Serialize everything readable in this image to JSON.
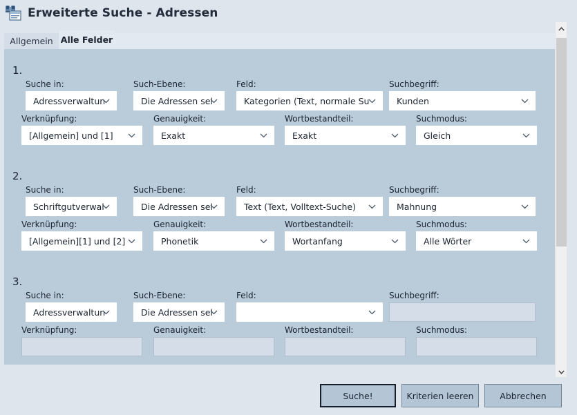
{
  "window": {
    "title": "Erweiterte Suche - Adressen",
    "icon": "binoculars-card-icon"
  },
  "tabs": [
    {
      "label": "Allgemein",
      "active": false
    },
    {
      "label": "Alle Felder",
      "active": true
    }
  ],
  "labels": {
    "suche_in": "Suche in:",
    "such_ebene": "Such-Ebene:",
    "feld": "Feld:",
    "suchbegriff": "Suchbegriff:",
    "verknuepfung": "Verknüpfung:",
    "genauigkeit": "Genauigkeit:",
    "wortbestandteil": "Wortbestandteil:",
    "suchmodus": "Suchmodus:"
  },
  "groups": [
    {
      "number": "1.",
      "suche_in": "Adressverwaltun",
      "such_ebene": "Die Adressen sel",
      "feld": "Kategorien (Text, normale Su",
      "suchbegriff": "Kunden",
      "verknuepfung": "[Allgemein] und [1]",
      "genauigkeit": "Exakt",
      "wortbestandteil": "Exakt",
      "suchmodus": "Gleich",
      "disabled_row2": false,
      "feld_enabled": true,
      "suchbegriff_enabled": true
    },
    {
      "number": "2.",
      "suche_in": "Schriftgutverwal",
      "such_ebene": "Die Adressen sel",
      "feld": "Text (Text, Volltext-Suche)",
      "suchbegriff": "Mahnung",
      "verknuepfung": "[Allgemein][1] und [2]",
      "genauigkeit": "Phonetik",
      "wortbestandteil": "Wortanfang",
      "suchmodus": "Alle Wörter",
      "disabled_row2": false,
      "feld_enabled": true,
      "suchbegriff_enabled": true
    },
    {
      "number": "3.",
      "suche_in": "Adressverwaltun",
      "such_ebene": "Die Adressen sel",
      "feld": "",
      "suchbegriff": "",
      "verknuepfung": "",
      "genauigkeit": "",
      "wortbestandteil": "",
      "suchmodus": "",
      "disabled_row2": true,
      "feld_enabled": true,
      "suchbegriff_enabled": false
    }
  ],
  "footer": {
    "search": "Suche!",
    "clear": "Kriterien leeren",
    "cancel": "Abbrechen"
  },
  "scrollbar": {
    "up_icon": "chevron-up-icon",
    "down_icon": "chevron-down-icon"
  },
  "colors": {
    "window_bg": "#dfe5ed",
    "panel_bg": "#bacbda",
    "tab_active_bg": "#e3e9f1",
    "tab_inactive_bg": "#d4dde8",
    "button_bg": "#b4c6d6",
    "field_bg": "#ffffff",
    "field_disabled_bg": "#d4dde8",
    "text": "#1b2430"
  }
}
